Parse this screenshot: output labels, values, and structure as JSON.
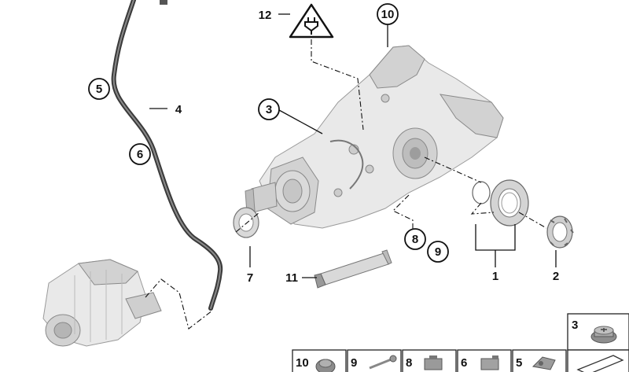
{
  "callouts": {
    "c1": "1",
    "c2": "2",
    "c3": "3",
    "c4": "4",
    "c5": "5",
    "c6": "6",
    "c7": "7",
    "c8": "8",
    "c9": "9",
    "c10": "10",
    "c11": "11",
    "c12": "12"
  },
  "legend": {
    "cells": [
      "10",
      "9",
      "8",
      "6",
      "5"
    ],
    "corner": "3"
  }
}
